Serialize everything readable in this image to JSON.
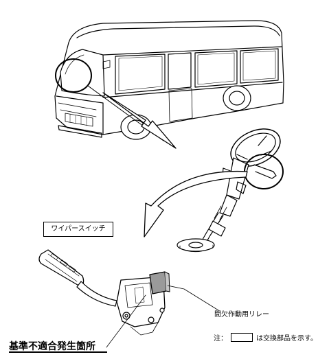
{
  "labels": {
    "wiper_switch": "ワイパースイッチ",
    "intermittent_relay": "間欠作動用リレー",
    "defect_location": "基準不適合発生箇所"
  },
  "note": {
    "prefix": "注：",
    "suffix": "は交換部品を示す。"
  },
  "colors": {
    "line": "#000000",
    "replacement_part_fill": "#9a9a9a",
    "background": "#ffffff"
  }
}
